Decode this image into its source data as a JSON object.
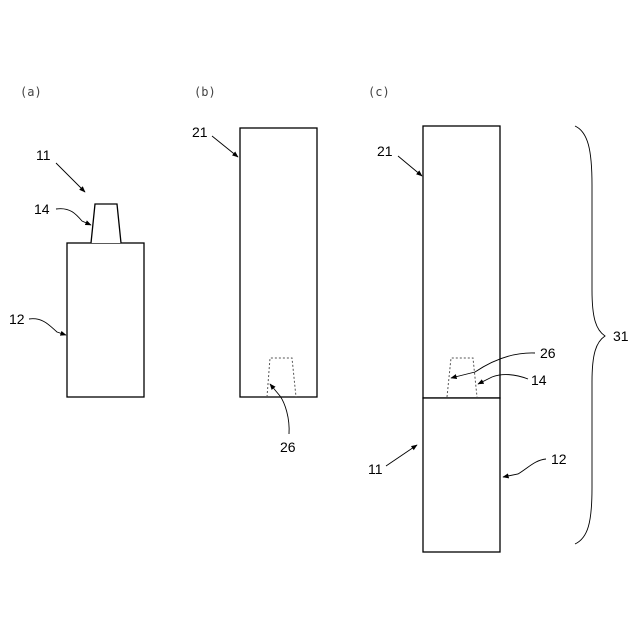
{
  "panels": {
    "a": {
      "label": "(a)"
    },
    "b": {
      "label": "(b)"
    },
    "c": {
      "label": "(c)"
    }
  },
  "refs": {
    "a_11": "11",
    "a_14": "14",
    "a_12": "12",
    "b_21": "21",
    "b_26": "26",
    "c_21": "21",
    "c_26": "26",
    "c_14": "14",
    "c_11": "11",
    "c_12": "12",
    "c_31": "31"
  }
}
